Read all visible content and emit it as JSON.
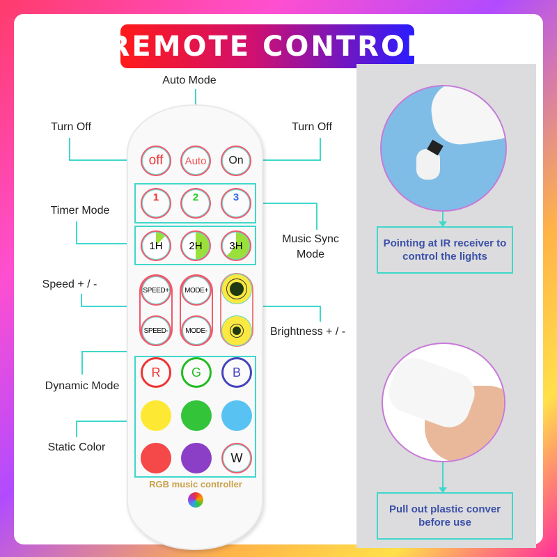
{
  "title": "REMOTE CONTROL",
  "labels": {
    "auto_mode": "Auto Mode",
    "turn_off_left": "Turn Off",
    "turn_off_right": "Turn Off",
    "timer_mode": "Timer Mode",
    "music_sync_mode": "Music Sync Mode",
    "speed": "Speed + / -",
    "brightness": "Brightness + / -",
    "dynamic_mode": "Dynamic Mode",
    "static_color": "Static Color"
  },
  "remote": {
    "power_buttons": [
      "off",
      "Auto",
      "On"
    ],
    "music_buttons": [
      "1",
      "2",
      "3"
    ],
    "timer_buttons": [
      "1H",
      "2H",
      "3H"
    ],
    "speed_plus": "SPEED+",
    "speed_minus": "SPEED-",
    "mode_plus": "MODE+",
    "mode_minus": "MODE-",
    "rgb_buttons": [
      "R",
      "G",
      "B"
    ],
    "white_button": "W",
    "color_buttons": [
      "#fde933",
      "#33c43a",
      "#58c3f3",
      "#f54848",
      "#8b3fc6"
    ],
    "brand_text": "RGB music controller"
  },
  "info": {
    "ir": "Pointing at IR receiver to control the lights",
    "plastic": "Pull out plastic conver before use"
  },
  "colors": {
    "accent": "#3fd8cb",
    "info_text": "#3b50a8"
  }
}
